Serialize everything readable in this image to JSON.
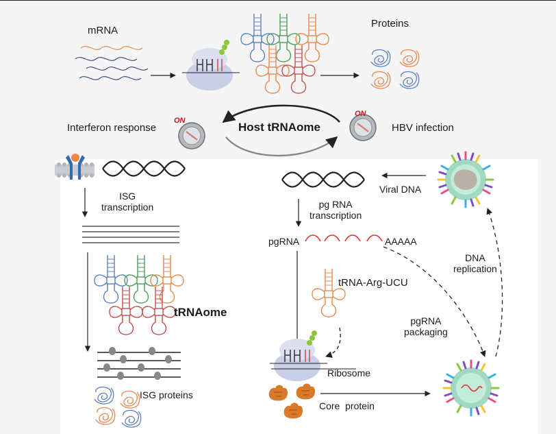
{
  "labels": {
    "mrna": "mRNA",
    "proteins": "Proteins",
    "interferon_response": "Interferon response",
    "on_interferon": "ON",
    "host_trnaome": "Host tRNAome",
    "hbv_infection": "HBV infection",
    "on_hbv": "ON",
    "isg_transcription": "ISG\ntranscription",
    "viral_dna": "Viral DNA",
    "pg_rna_transcription": "pg RNA\ntranscription",
    "pgrna": "pgRNA",
    "poly_a": "AAAAA",
    "dna_replication": "DNA\nreplication",
    "trna_arg_ucu": "tRNA-Arg-UCU",
    "trnaome": "tRNAome",
    "pgrna_packaging": "pgRNA\npackaging",
    "ribosome": "Ribosome",
    "isg_proteins": "ISG proteins",
    "core_protein": "Core  protein"
  },
  "colors": {
    "trna_blue": "#5b7fc0",
    "trna_green": "#4e9d5a",
    "trna_orange": "#e8894d",
    "trna_red": "#c0504d",
    "red_label": "#c8161d",
    "ribosome": "#c9cfe6",
    "core_protein": "#d97a2b",
    "dna": "#222222",
    "background_band": "#f5f5f5"
  }
}
